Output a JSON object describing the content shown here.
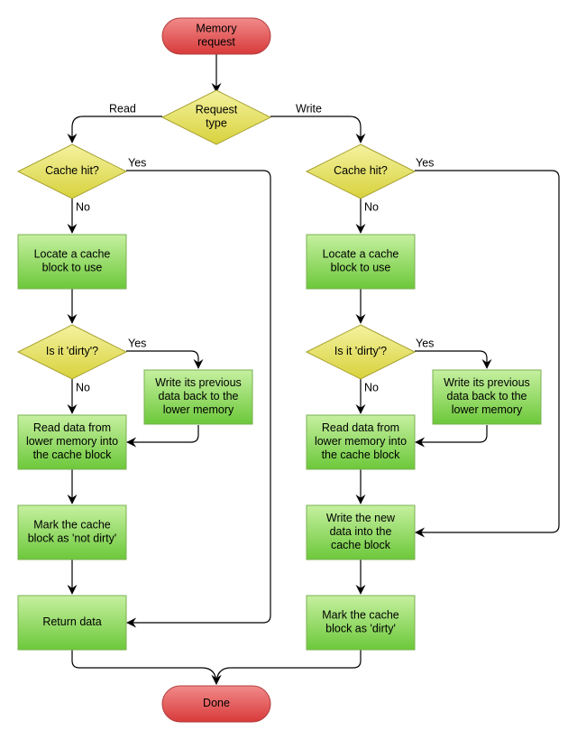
{
  "nodes": {
    "start": [
      "Memory",
      "request"
    ],
    "req_type": [
      "Request",
      "type"
    ],
    "l_hit": [
      "Cache hit?"
    ],
    "l_locate": [
      "Locate a cache",
      "block to use"
    ],
    "l_dirty": [
      "Is it 'dirty'?"
    ],
    "l_writeback": [
      "Write its previous",
      "data back to the",
      "lower memory"
    ],
    "l_read": [
      "Read data from",
      "lower memory into",
      "the cache block"
    ],
    "l_mark": [
      "Mark the cache",
      "block as 'not dirty'"
    ],
    "l_return": [
      "Return data"
    ],
    "r_hit": [
      "Cache hit?"
    ],
    "r_locate": [
      "Locate a cache",
      "block to use"
    ],
    "r_dirty": [
      "Is it 'dirty'?"
    ],
    "r_writeback": [
      "Write its previous",
      "data back to the",
      "lower memory"
    ],
    "r_read": [
      "Read data from",
      "lower memory into",
      "the cache block"
    ],
    "r_write": [
      "Write the new",
      "data into the",
      "cache block"
    ],
    "r_mark": [
      "Mark the cache",
      "block as 'dirty'"
    ],
    "done": [
      "Done"
    ]
  },
  "edge_labels": {
    "read": "Read",
    "write": "Write",
    "l_hit_yes": "Yes",
    "l_hit_no": "No",
    "l_dirty_yes": "Yes",
    "l_dirty_no": "No",
    "r_hit_yes": "Yes",
    "r_hit_no": "No",
    "r_dirty_yes": "Yes",
    "r_dirty_no": "No"
  },
  "colors": {
    "terminal_top": "#f28a8a",
    "terminal_bottom": "#d83a3a",
    "decision_top": "#f4f2a0",
    "decision_bottom": "#d8d23c",
    "process_top": "#c6f0a0",
    "process_bottom": "#6cc83a"
  }
}
